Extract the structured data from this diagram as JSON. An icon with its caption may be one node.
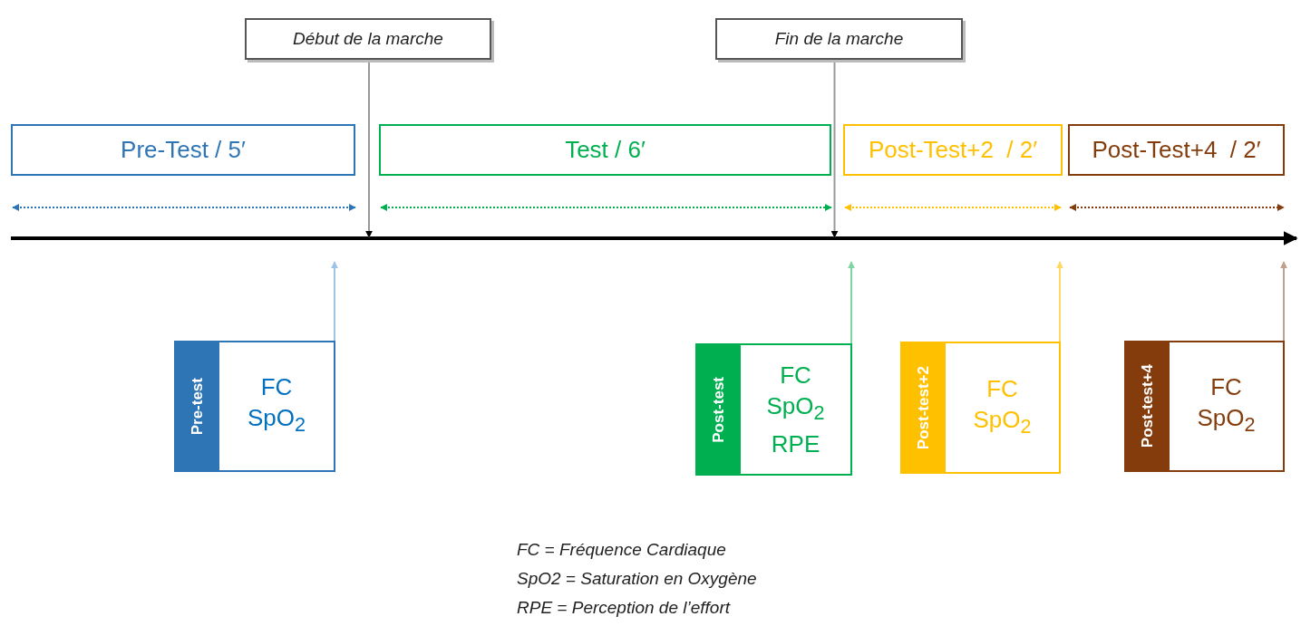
{
  "diagram": {
    "nodes": [
      {
        "text": [
          "Début de la marche"
        ]
      },
      {
        "text": [
          "Fin de la marche"
        ]
      },
      {
        "text": [
          "Pre-Test / 5′"
        ]
      },
      {
        "text": [
          "Test / 6′"
        ]
      },
      {
        "text": [
          "Post-Test+2  / 2′"
        ]
      },
      {
        "text": [
          "Post-Test+4  / 2′"
        ]
      },
      {
        "text": [
          "Pre-test",
          "FC",
          "SpO$_{2}$"
        ]
      },
      {
        "text": [
          "Post-test",
          "FC",
          "SpO$_{2}$",
          "RPE"
        ]
      },
      {
        "text": [
          "Post-test+2",
          "FC",
          "SpO$_{2}$"
        ]
      },
      {
        "text": [
          "Post-test+4",
          "FC",
          "SpO$_{2}$"
        ]
      }
    ],
    "edges": [
      {
        "from": 0,
        "to": null,
        "arrow": "to"
      },
      {
        "from": 1,
        "to": null,
        "arrow": "to"
      },
      {
        "from": 6,
        "to": null,
        "arrow": "to",
        "color": "#9dc3e6"
      },
      {
        "from": 7,
        "to": null,
        "arrow": "to",
        "color": "#7fd6a4"
      },
      {
        "from": 8,
        "to": null,
        "arrow": "to",
        "color": "#ffd966"
      },
      {
        "from": 9,
        "to": null,
        "arrow": "to",
        "color": "#c0a08a"
      }
    ],
    "labels": [
      "FC = Fréquence Cardiaque",
      "SpO2 = Saturation en Oxygène",
      "RPE = Perception de l’effort"
    ]
  }
}
